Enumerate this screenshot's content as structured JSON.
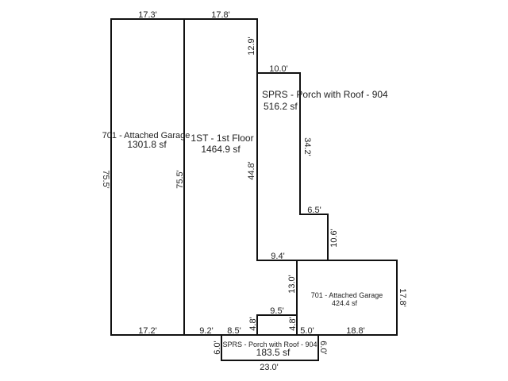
{
  "areas": {
    "garage_main": {
      "name": "701 - Attached Garage",
      "size": "1301.8 sf"
    },
    "first_floor": {
      "name": "1ST - 1st Floor",
      "size": "1464.9 sf"
    },
    "porch_rear": {
      "name": "SPRS - Porch with Roof - 904",
      "size": "516.2 sf"
    },
    "garage_small": {
      "name": "701 - Attached Garage",
      "size": "424.4 sf"
    },
    "porch_front": {
      "name": "SPRS - Porch with Roof - 904",
      "size": "183.5 sf"
    }
  },
  "dims": {
    "garage_top": "17.3'",
    "floor_top": "17.8'",
    "floor_right_upper": "12.9'",
    "porch_top": "10.0'",
    "porch_right": "34.2'",
    "porch_step": "6.5'",
    "porch_right_lower": "10.6'",
    "porch_bottom": "9.4'",
    "floor_right": "44.8'",
    "garage_left": "75.5'",
    "garage_inner": "75.5'",
    "garage_bottom": "17.2'",
    "floor_bottom_a": "9.2'",
    "floor_bottom_b": "8.5'",
    "notch_left": "4.8'",
    "notch_top": "9.5'",
    "notch_right": "4.8'",
    "garage2_left": "13.0'",
    "garage2_right": "17.8'",
    "garage2_bottom_a": "5.0'",
    "garage2_bottom_b": "18.8'",
    "front_left": "6.0'",
    "front_right": "6.0'",
    "front_bottom": "23.0'"
  }
}
